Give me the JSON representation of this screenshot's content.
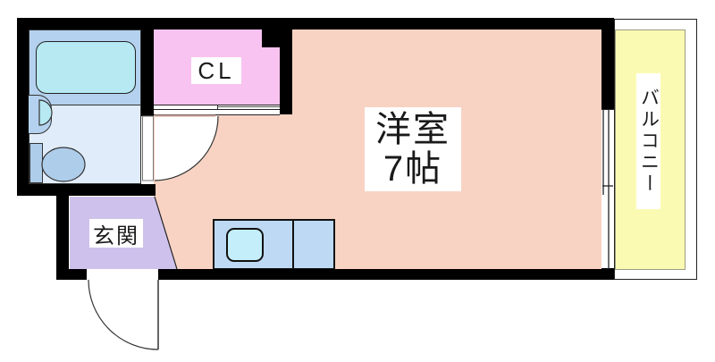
{
  "plan": {
    "rooms": {
      "main_room": {
        "name_line1": "洋室",
        "name_line2": "7帖"
      },
      "closet": {
        "label": "CL"
      },
      "entrance": {
        "label": "玄関"
      },
      "balcony": {
        "label": "バルコニー"
      }
    },
    "fixtures": {
      "bathtub": "bathtub",
      "wash_basin": "wash-basin",
      "toilet": "toilet",
      "kitchen_counter": "kitchen-counter-with-sink",
      "closet_door": "sliding-double-door",
      "room_door": "hinged-door-swing",
      "entrance_door": "hinged-door-swing",
      "balcony_window": "sliding-window"
    },
    "palette": {
      "wall": "#000000",
      "main_room_floor": "#f8d3c4",
      "closet_floor": "#f8c3f0",
      "entrance_floor": "#cec2ec",
      "balcony_floor": "#fbfab3",
      "bath_surround": "#b4d2ef",
      "bathtub": "#b6e9f2",
      "bath_floor": "#e0ecf9",
      "toilet": "#aecdea",
      "kitchen_counter": "#bdd9f4",
      "kitchen_sink": "#c3eefa"
    }
  }
}
